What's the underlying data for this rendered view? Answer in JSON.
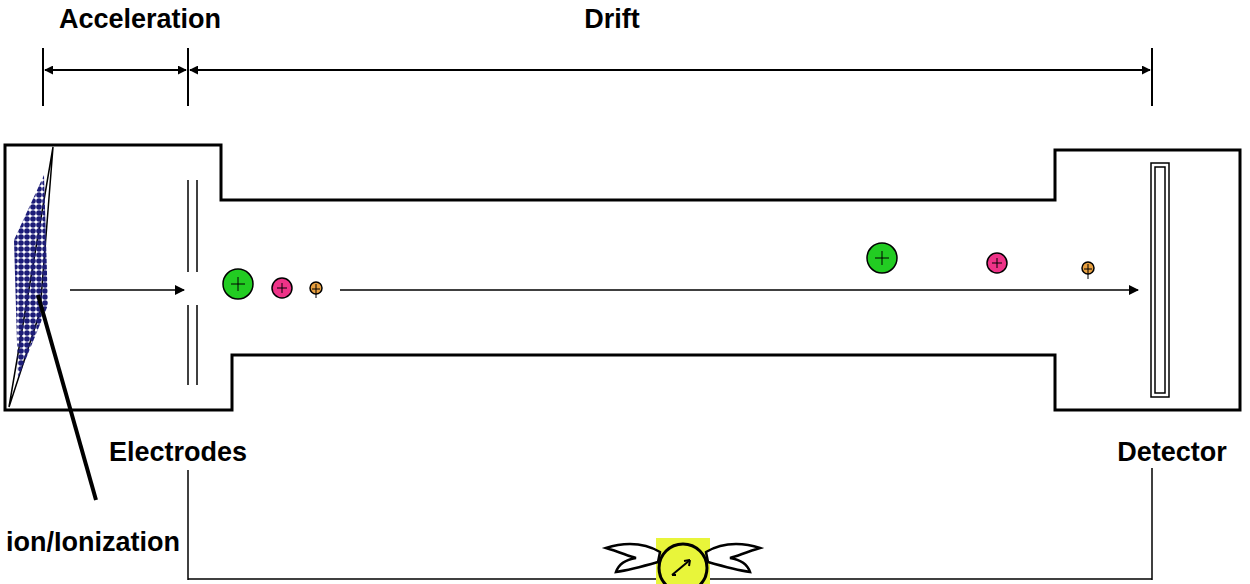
{
  "diagram": {
    "labels": [
      "Acceleration",
      "Drift",
      "Electrodes",
      "Detector",
      "ion/Ionization"
    ]
  }
}
